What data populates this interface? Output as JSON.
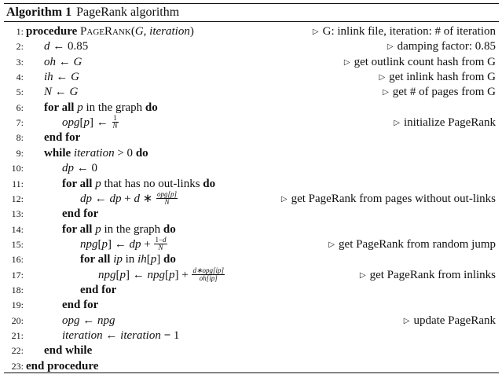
{
  "header": {
    "label": "Algorithm 1",
    "title": "PageRank algorithm"
  },
  "lines": [
    {
      "num": "1:",
      "indent": 0,
      "html": "<span class=\"kw\">procedure</span> <span class=\"sc\">PageRank</span>(<span class=\"v\">G</span>, <span class=\"v\">iteration</span>)",
      "comment": "G: inlink file, iteration: # of iteration",
      "comment_html": "<span class=\"v\">G</span>: inlink file, <span class=\"v\">iteration</span>: # of iteration"
    },
    {
      "num": "2:",
      "indent": 1,
      "html": "<span class=\"v\">d</span> ← 0.85",
      "comment": "damping factor: 0.85",
      "comment_html": "damping factor: 0.85"
    },
    {
      "num": "3:",
      "indent": 1,
      "html": "<span class=\"v\">oh</span> ← <span class=\"v\">G</span>",
      "comment": "get outlink count hash from G",
      "comment_html": "get outlink count hash from <span class=\"v\">G</span>"
    },
    {
      "num": "4:",
      "indent": 1,
      "html": "<span class=\"v\">ih</span> ← <span class=\"v\">G</span>",
      "comment": "get inlink hash from G",
      "comment_html": "get inlink hash from <span class=\"v\">G</span>"
    },
    {
      "num": "5:",
      "indent": 1,
      "html": "<span class=\"v\">N</span> ← <span class=\"v\">G</span>",
      "comment": "get # of pages from G",
      "comment_html": "get # of pages from <span class=\"v\">G</span>"
    },
    {
      "num": "6:",
      "indent": 1,
      "html": "<span class=\"kw\">for all</span> <span class=\"v\">p</span> in the graph <span class=\"kw\">do</span>",
      "comment": "",
      "comment_html": ""
    },
    {
      "num": "7:",
      "indent": 2,
      "html": "<span class=\"v\">opg</span>[<span class=\"v\">p</span>] ← <span class=\"frac\"><span class=\"n\" style=\"font-style:normal\">1</span><span class=\"d\">N</span></span>",
      "comment": "initialize PageRank",
      "comment_html": "initialize PageRank"
    },
    {
      "num": "8:",
      "indent": 1,
      "html": "<span class=\"kw\">end for</span>",
      "comment": "",
      "comment_html": ""
    },
    {
      "num": "9:",
      "indent": 1,
      "html": "<span class=\"kw\">while</span> <span class=\"v\">iteration</span> &gt; 0 <span class=\"kw\">do</span>",
      "comment": "",
      "comment_html": ""
    },
    {
      "num": "10:",
      "indent": 2,
      "html": "<span class=\"v\">dp</span> ← 0",
      "comment": "",
      "comment_html": ""
    },
    {
      "num": "11:",
      "indent": 2,
      "html": "<span class=\"kw\">for all</span> <span class=\"v\">p</span> that has no out-links <span class=\"kw\">do</span>",
      "comment": "",
      "comment_html": ""
    },
    {
      "num": "12:",
      "indent": 3,
      "html": "<span class=\"v\">dp</span> ← <span class=\"v\">dp</span> + <span class=\"v\">d</span> ∗ <span class=\"frac\"><span class=\"n\">opg[p]</span><span class=\"d\">N</span></span>",
      "comment": "get PageRank from pages without out-links",
      "comment_html": "get PageRank from pages without out-links"
    },
    {
      "num": "13:",
      "indent": 2,
      "html": "<span class=\"kw\">end for</span>",
      "comment": "",
      "comment_html": ""
    },
    {
      "num": "14:",
      "indent": 2,
      "html": "<span class=\"kw\">for all</span> <span class=\"v\">p</span> in the graph <span class=\"kw\">do</span>",
      "comment": "",
      "comment_html": ""
    },
    {
      "num": "15:",
      "indent": 3,
      "html": "<span class=\"v\">npg</span>[<span class=\"v\">p</span>] ← <span class=\"v\">dp</span> + <span class=\"frac\"><span class=\"n\" style=\"font-style:normal\">1−<i>d</i></span><span class=\"d\">N</span></span>",
      "comment": "get PageRank from random jump",
      "comment_html": "get PageRank from random jump"
    },
    {
      "num": "16:",
      "indent": 3,
      "html": "<span class=\"kw\">for all</span> <span class=\"v\">ip</span> in <span class=\"v\">ih</span>[<span class=\"v\">p</span>] <span class=\"kw\">do</span>",
      "comment": "",
      "comment_html": ""
    },
    {
      "num": "17:",
      "indent": 4,
      "html": "<span class=\"v\">npg</span>[<span class=\"v\">p</span>] ← <span class=\"v\">npg</span>[<span class=\"v\">p</span>] + <span class=\"frac\"><span class=\"n\">d∗opg[ip]</span><span class=\"d\">oh[ip]</span></span>",
      "comment": "get PageRank from inlinks",
      "comment_html": "get PageRank from inlinks"
    },
    {
      "num": "18:",
      "indent": 3,
      "html": "<span class=\"kw\">end for</span>",
      "comment": "",
      "comment_html": ""
    },
    {
      "num": "19:",
      "indent": 2,
      "html": "<span class=\"kw\">end for</span>",
      "comment": "",
      "comment_html": ""
    },
    {
      "num": "20:",
      "indent": 2,
      "html": "<span class=\"v\">opg</span> ← <span class=\"v\">npg</span>",
      "comment": "update PageRank",
      "comment_html": "update PageRank"
    },
    {
      "num": "21:",
      "indent": 2,
      "html": "<span class=\"v\">iteration</span> ← <span class=\"v\">iteration</span> <b>−</b> 1",
      "comment": "",
      "comment_html": ""
    },
    {
      "num": "22:",
      "indent": 1,
      "html": "<span class=\"kw\">end while</span>",
      "comment": "",
      "comment_html": ""
    },
    {
      "num": "23:",
      "indent": 0,
      "html": "<span class=\"kw\">end procedure</span>",
      "comment": "",
      "comment_html": ""
    }
  ]
}
